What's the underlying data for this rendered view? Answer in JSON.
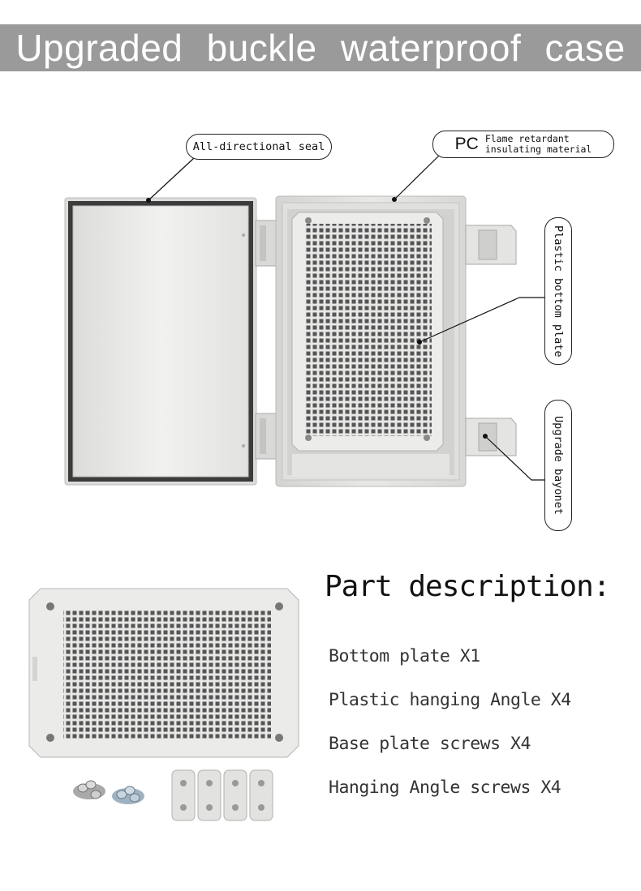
{
  "banner": {
    "title": "Upgraded buckle waterproof case"
  },
  "callouts": {
    "seal": "All-directional seal",
    "pc": {
      "code": "PC",
      "line1": "Flame retardant",
      "line2": "insulating material"
    },
    "plate": "Plastic bottom plate",
    "bayonet": "Upgrade bayonet"
  },
  "parts": {
    "title": "Part description:",
    "items": [
      "Bottom plate X1",
      "Plastic hanging Angle X4",
      "Base plate screws X4",
      "Hanging Angle screws X4"
    ]
  },
  "colors": {
    "banner_bg": "#9a9a9a",
    "enclosure_body": "#e6e6e4",
    "seal": "#3a3a3a",
    "plate": "#e9e9e7"
  }
}
